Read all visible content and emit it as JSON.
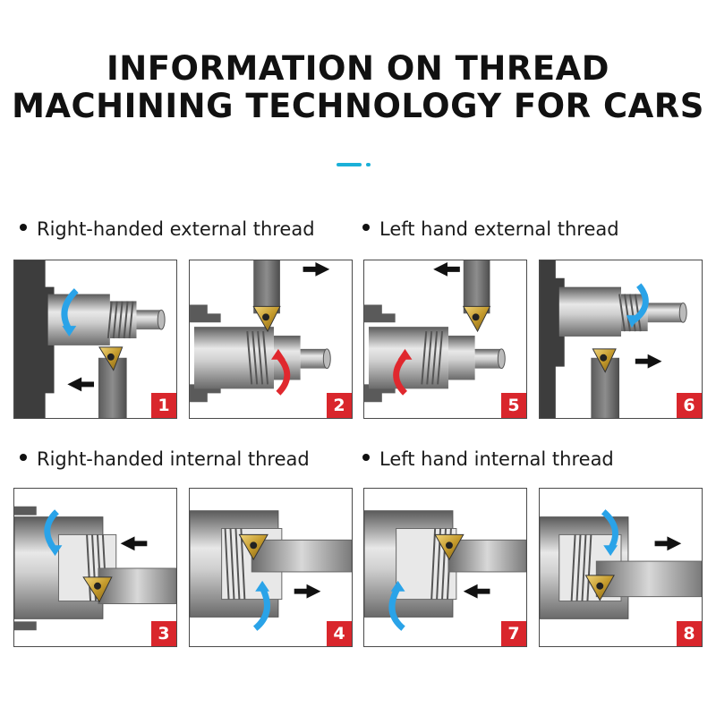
{
  "title": {
    "line1": "INFORMATION ON THREAD",
    "line2": "MACHINING TECHNOLOGY FOR CARS"
  },
  "colors": {
    "accent": "#1ab0d8",
    "badge": "#d9262c",
    "arrow_blue": "#2aa3e8",
    "arrow_red": "#e0282e",
    "insert": "#c8a53a"
  },
  "sections": [
    {
      "label": "Right-handed external thread",
      "panels": [
        "1",
        "2"
      ]
    },
    {
      "label": "Left hand external thread",
      "panels": [
        "5",
        "6"
      ]
    },
    {
      "label": "Right-handed internal thread",
      "panels": [
        "3",
        "4"
      ]
    },
    {
      "label": "Left hand internal thread",
      "panels": [
        "7",
        "8"
      ]
    }
  ]
}
